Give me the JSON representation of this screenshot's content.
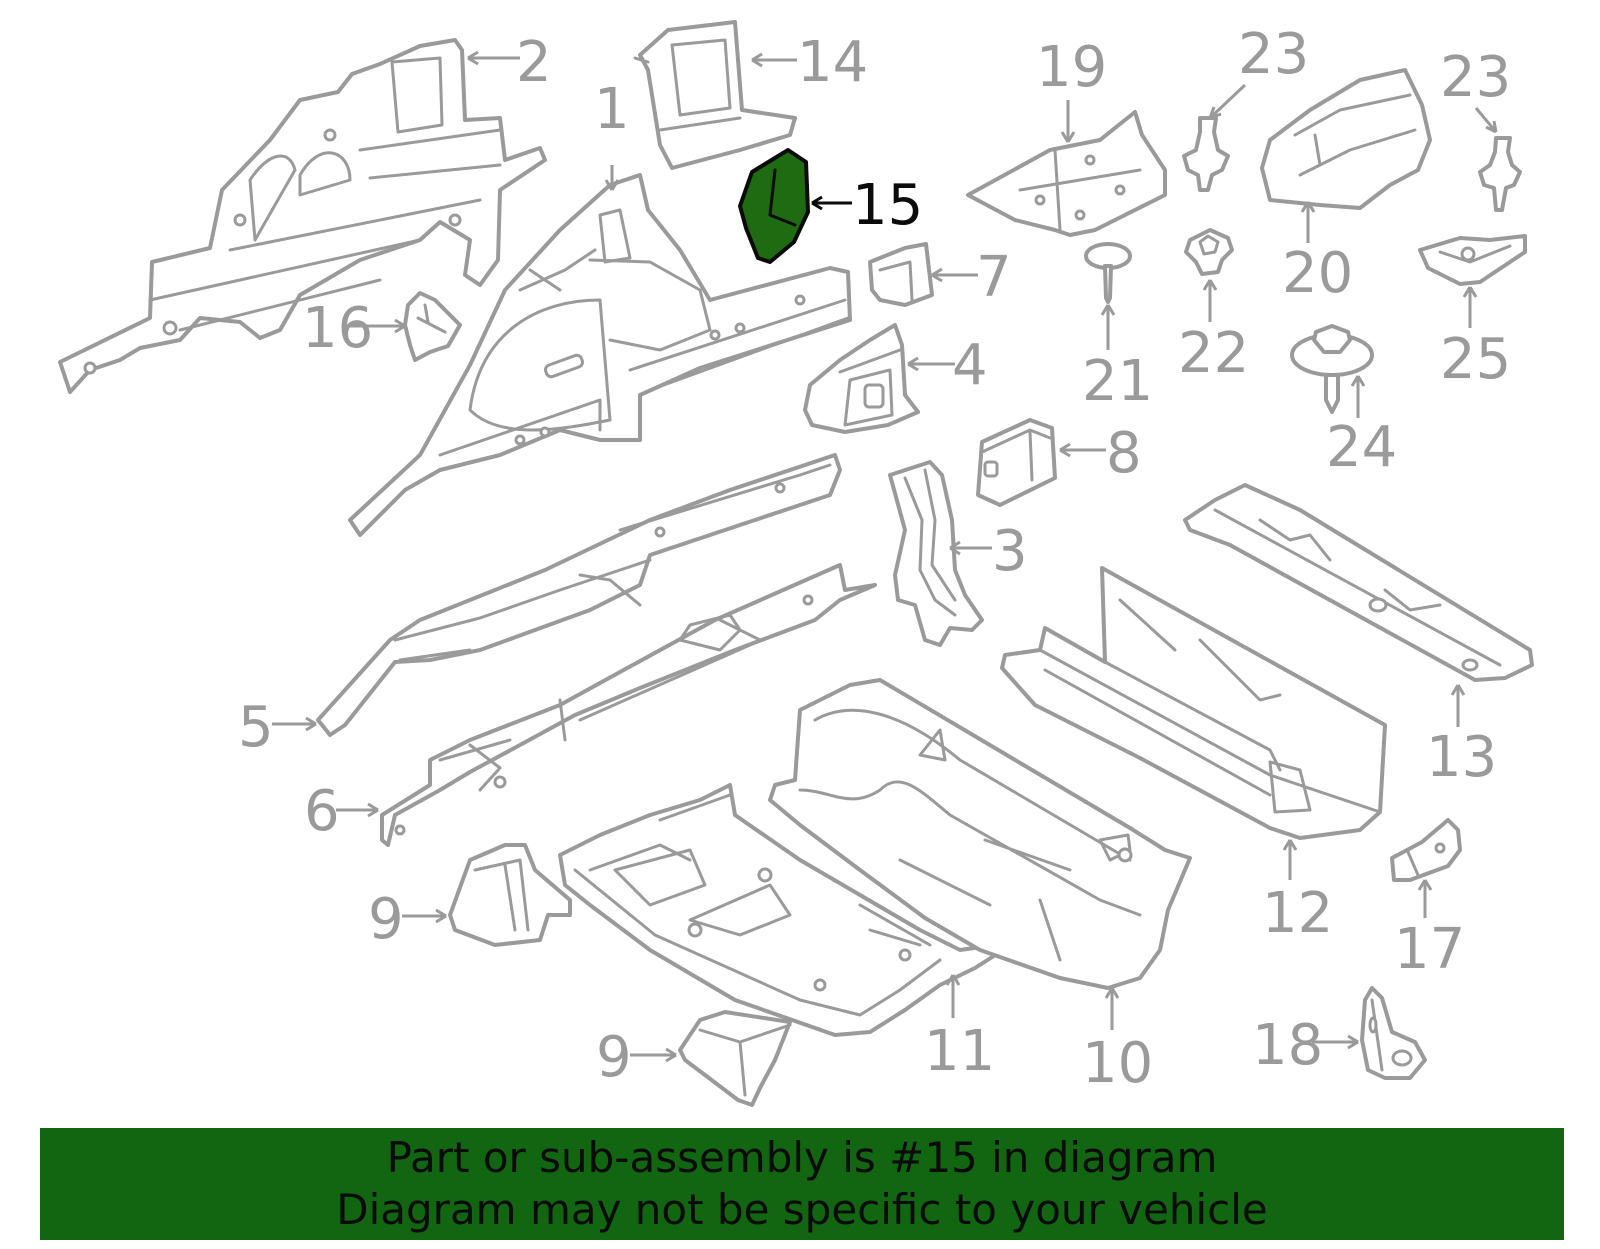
{
  "highlight_color": "#1f6b12",
  "banner_color": "#126612",
  "line_color": "#9a9a9a",
  "callouts": [
    {
      "id": "2",
      "label": "2"
    },
    {
      "id": "14",
      "label": "14"
    },
    {
      "id": "1",
      "label": "1"
    },
    {
      "id": "15",
      "label": "15",
      "highlighted": true
    },
    {
      "id": "19",
      "label": "19"
    },
    {
      "id": "23a",
      "label": "23"
    },
    {
      "id": "23b",
      "label": "23"
    },
    {
      "id": "20",
      "label": "20"
    },
    {
      "id": "7",
      "label": "7"
    },
    {
      "id": "16",
      "label": "16"
    },
    {
      "id": "21",
      "label": "21"
    },
    {
      "id": "22",
      "label": "22"
    },
    {
      "id": "25",
      "label": "25"
    },
    {
      "id": "4",
      "label": "4"
    },
    {
      "id": "24",
      "label": "24"
    },
    {
      "id": "8",
      "label": "8"
    },
    {
      "id": "3",
      "label": "3"
    },
    {
      "id": "13",
      "label": "13"
    },
    {
      "id": "5",
      "label": "5"
    },
    {
      "id": "6",
      "label": "6"
    },
    {
      "id": "12",
      "label": "12"
    },
    {
      "id": "17",
      "label": "17"
    },
    {
      "id": "9a",
      "label": "9"
    },
    {
      "id": "11",
      "label": "11"
    },
    {
      "id": "10",
      "label": "10"
    },
    {
      "id": "18",
      "label": "18"
    },
    {
      "id": "9b",
      "label": "9"
    }
  ],
  "banner": {
    "line1": "Part or sub-assembly is #15 in diagram",
    "line2": "Diagram may not be specific to your vehicle"
  }
}
